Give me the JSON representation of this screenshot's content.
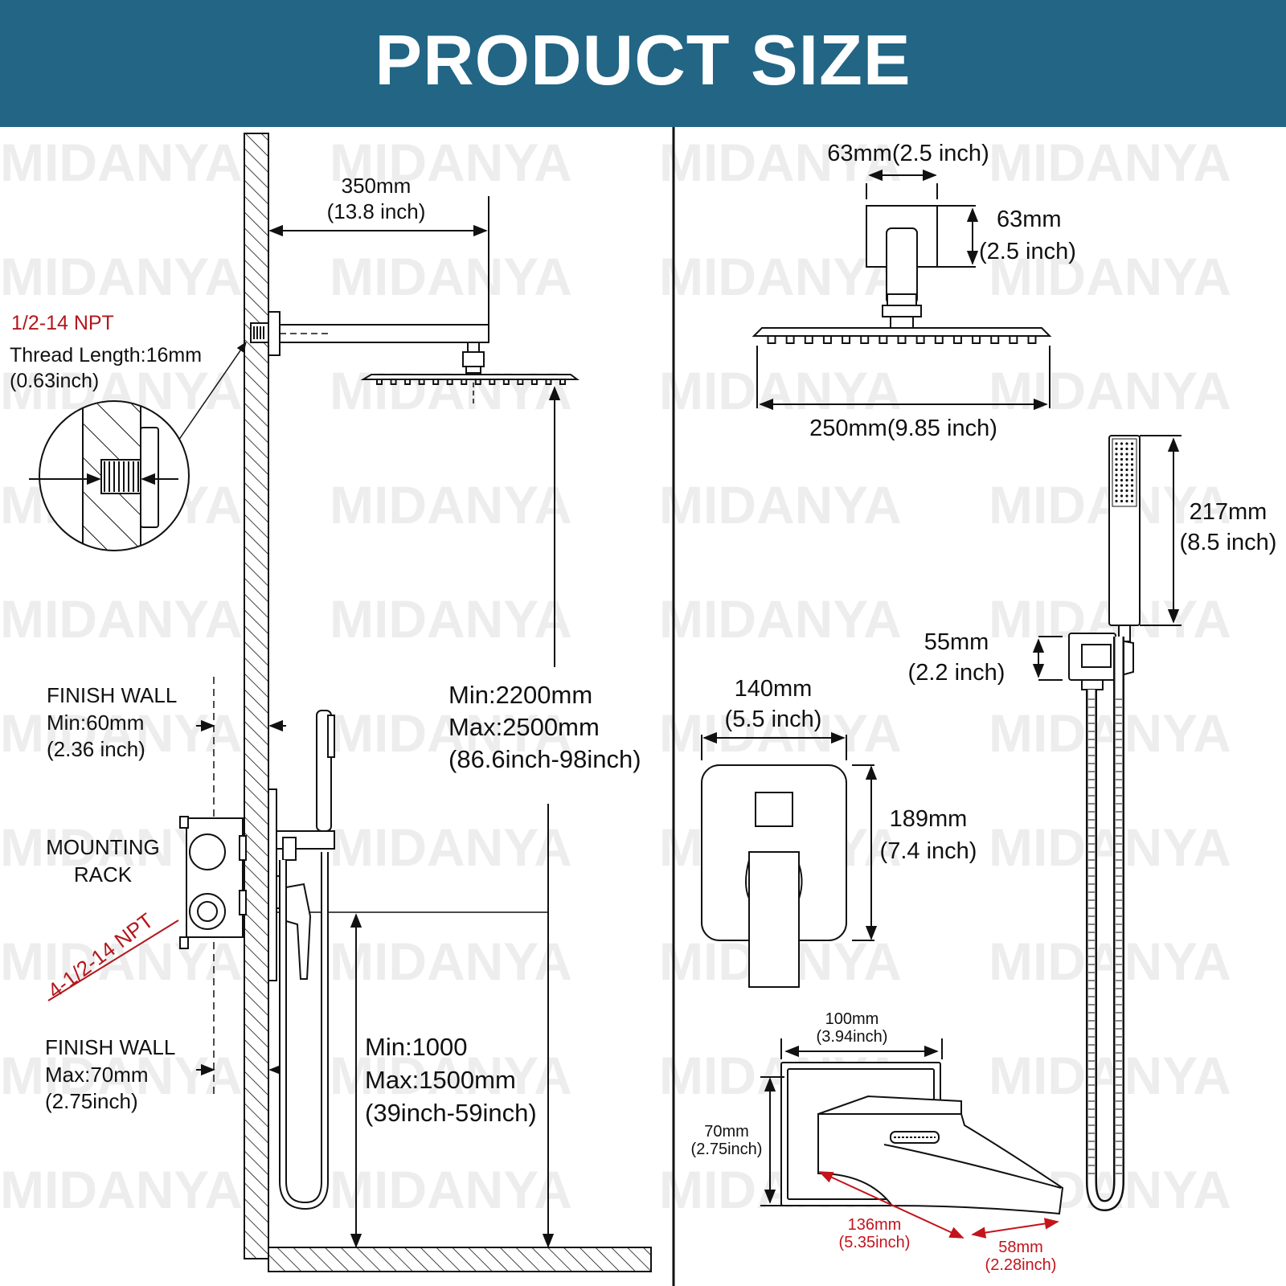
{
  "header": {
    "title": "PRODUCT SIZE",
    "background": "#226585"
  },
  "watermark": {
    "text": "MIDANYA"
  },
  "colors": {
    "line": "#111111",
    "red_text": "#b3171c"
  },
  "left_panel": {
    "arm": {
      "length": "350mm",
      "length_inch": "(13.8 inch)"
    },
    "thread": {
      "title": "1/2-14 NPT",
      "length": "Thread Length:16mm",
      "length_inch": "(0.63inch)"
    },
    "shower_height": {
      "min": "Min:2200mm",
      "max": "Max:2500mm",
      "inch": "(86.6inch-98inch)"
    },
    "finish_wall_min": {
      "label": "FINISH WALL",
      "value": "Min:60mm",
      "inch": "(2.36 inch)"
    },
    "mounting_rack": {
      "line1": "MOUNTING",
      "line2": "RACK"
    },
    "inlet": {
      "label": "4-1/2-14 NPT"
    },
    "finish_wall_max": {
      "label": "FINISH WALL",
      "value": "Max:70mm",
      "inch": "(2.75inch)"
    },
    "valve_height": {
      "min": "Min:1000",
      "max": "Max:1500mm",
      "inch": "(39inch-59inch)"
    }
  },
  "right_panel": {
    "flange_width": "63mm(2.5 inch)",
    "flange_height": {
      "mm": "63mm",
      "inch": "(2.5 inch)"
    },
    "head_width": "250mm(9.85 inch)",
    "handheld_length": {
      "mm": "217mm",
      "inch": "(8.5 inch)"
    },
    "holder": {
      "mm": "55mm",
      "inch": "(2.2 inch)"
    },
    "trim_width": {
      "mm": "140mm",
      "inch": "(5.5 inch)"
    },
    "trim_height": {
      "mm": "189mm",
      "inch": "(7.4 inch)"
    },
    "spout_plate_width": {
      "mm": "100mm",
      "inch": "(3.94inch)"
    },
    "spout_plate_height": {
      "mm": "70mm",
      "inch": "(2.75inch)"
    },
    "spout_length": {
      "mm": "136mm",
      "inch": "(5.35inch)"
    },
    "spout_width": {
      "mm": "58mm",
      "inch": "(2.28inch)"
    }
  }
}
